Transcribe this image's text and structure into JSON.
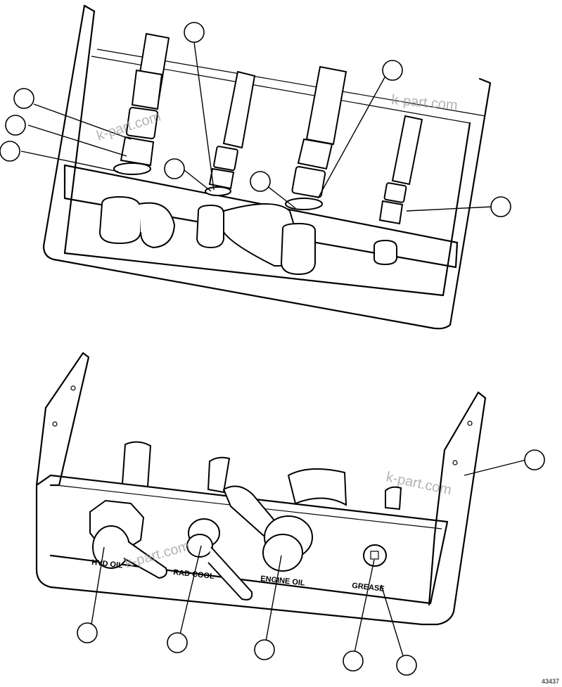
{
  "labels": {
    "hyd_oil": "HYD OIL",
    "rad_cool": "RAD COOL",
    "engine_oil": "ENGINE OIL",
    "grease": "GREASE"
  },
  "watermark": "k-part.com",
  "figure_number": "43437"
}
